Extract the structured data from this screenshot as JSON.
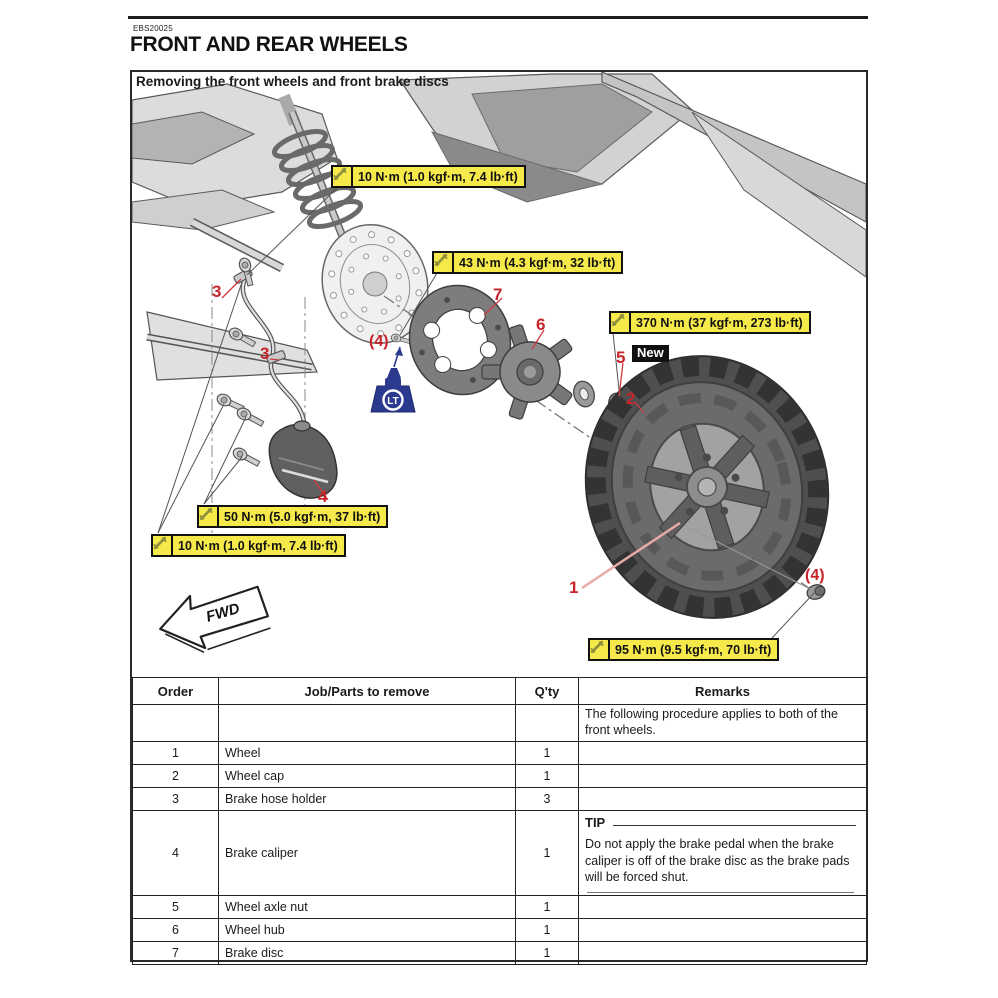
{
  "page": {
    "code": "EBS20025",
    "title": "FRONT AND REAR WHEELS",
    "section_title": "Removing the front wheels and front brake discs"
  },
  "diagram": {
    "callouts": [
      {
        "name": "torque-hose-holder-top",
        "text": "10 N·m (1.0 kgf·m, 7.4 lb·ft)"
      },
      {
        "name": "torque-brake-disc-bolts",
        "text": "43 N·m (4.3 kgf·m, 32 lb·ft)"
      },
      {
        "name": "torque-wheel-axle-nut",
        "text": "370 N·m (37 kgf·m, 273 lb·ft)"
      },
      {
        "name": "torque-brake-caliper-bolts",
        "text": "50 N·m (5.0 kgf·m, 37 lb·ft)"
      },
      {
        "name": "torque-hose-holder-bottom",
        "text": "10 N·m (1.0 kgf·m, 7.4 lb·ft)"
      },
      {
        "name": "torque-wheel-nuts",
        "text": "95 N·m (9.5 kgf·m, 70 lb·ft)"
      }
    ],
    "labels": [
      {
        "part": "wheel",
        "text": "1"
      },
      {
        "part": "wheel-cap",
        "text": "2"
      },
      {
        "part": "brake-hose-holder-a",
        "text": "3"
      },
      {
        "part": "brake-hose-holder-b",
        "text": "3"
      },
      {
        "part": "brake-caliper",
        "text": "4"
      },
      {
        "part": "wheel-axle-nut",
        "text": "5"
      },
      {
        "part": "wheel-hub",
        "text": "6"
      },
      {
        "part": "brake-disc",
        "text": "7"
      },
      {
        "part": "disc-bolt-qty",
        "text": "(4)"
      },
      {
        "part": "wheel-nut-qty",
        "text": "(4)"
      }
    ],
    "new_label": "New",
    "fwd_label": "FWD",
    "loctite_label": "LT",
    "colors": {
      "callout_bg": "#f6e94a",
      "number_red": "#c8242b",
      "loctite_blue": "#2b3a8f"
    }
  },
  "table": {
    "headers": [
      "Order",
      "Job/Parts to remove",
      "Q'ty",
      "Remarks"
    ],
    "intro_remark": "The following procedure applies to both of the front wheels.",
    "rows": [
      {
        "order": "1",
        "job": "Wheel",
        "qty": "1",
        "remarks": ""
      },
      {
        "order": "2",
        "job": "Wheel cap",
        "qty": "1",
        "remarks": ""
      },
      {
        "order": "3",
        "job": "Brake hose holder",
        "qty": "3",
        "remarks": ""
      },
      {
        "order": "4",
        "job": "Brake caliper",
        "qty": "1",
        "tip_label": "TIP",
        "tip_text": "Do not apply the brake pedal when the brake caliper is off of the brake disc as the brake pads will be forced shut."
      },
      {
        "order": "5",
        "job": "Wheel axle nut",
        "qty": "1",
        "remarks": ""
      },
      {
        "order": "6",
        "job": "Wheel hub",
        "qty": "1",
        "remarks": ""
      },
      {
        "order": "7",
        "job": "Brake disc",
        "qty": "1",
        "remarks": ""
      }
    ]
  }
}
